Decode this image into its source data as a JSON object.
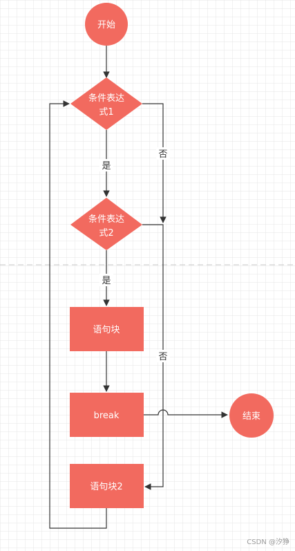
{
  "colors": {
    "node_fill": "#F26A5F",
    "edge": "#333333",
    "grid": "#E4E4E4",
    "divider": "#C8C8C8"
  },
  "nodes": {
    "start": "开始",
    "cond1_line1": "条件表达",
    "cond1_line2": "式1",
    "cond2_line1": "条件表达",
    "cond2_line2": "式2",
    "block1": "语句块",
    "break": "break",
    "block2": "语句块2",
    "end": "结束"
  },
  "edges": {
    "yes1": "是",
    "yes2": "是",
    "no1": "否",
    "no2": "否"
  },
  "watermark": "CSDN @汐狰"
}
